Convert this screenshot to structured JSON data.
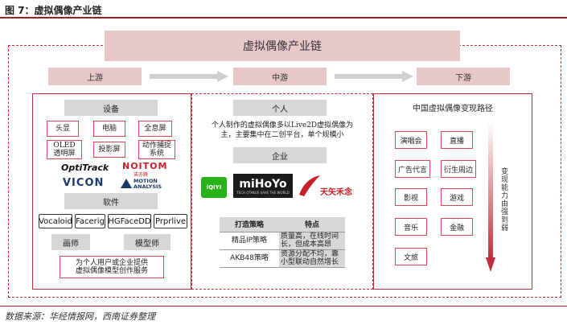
{
  "figure_title": "图 7：虚拟偶像产业链",
  "source": "数据来源：华经情报网，西南证券整理",
  "main_title": "虚拟偶像产业链",
  "stages": [
    "上游",
    "中游",
    "下游"
  ],
  "upstream": {
    "equipment_header": "设备",
    "equipment": [
      "头显",
      "电脑",
      "全息屏",
      "OLED\n透明屏",
      "投影屏",
      "动作捕捉\n系统"
    ],
    "brand_logos": [
      "OptiTrack",
      "NOITOM",
      "VICON",
      "MOTION ANALYSIS"
    ],
    "noitom_sub": "诺亦腾",
    "software_header": "软件",
    "software": [
      "Vocaloid",
      "Facerig",
      "HGFaceDD",
      "Prprlive"
    ],
    "roles": [
      "画师",
      "模型师"
    ],
    "service_note": "为个人用户或企业提供\n虚拟偶像模型创作服务"
  },
  "midstream": {
    "individual_header": "个人",
    "individual_text": "个人制作的虚拟偶像多以Live2D虚拟偶像为主，主要集中在二创平台，单个规模小",
    "enterprise_header": "企业",
    "company_logos": [
      "iQIYI",
      "miHoYo",
      "天矢禾念"
    ],
    "mihoyo_tagline": "TECH OTAKUS SAVE THE WORLD",
    "strategy_table": {
      "headers": [
        "打造策略",
        "特点"
      ],
      "rows": [
        [
          "精品IP策略",
          "质量高，在线时间长，但成本高昂"
        ],
        [
          "AKB48策略",
          "资源分配不均，靠小型联动自然增长"
        ]
      ]
    }
  },
  "downstream": {
    "header": "中国虚拟偶像变现路径",
    "paths": [
      "演唱会",
      "直播",
      "广告代言",
      "衍生周边",
      "影视",
      "游戏",
      "音乐",
      "金融",
      "文旅"
    ],
    "trend_label": "变现能力由强到弱"
  },
  "colors": {
    "accent_red": "#c0303a",
    "pink_fill": "#e8c7c9",
    "gray_fill": "#d7d7d7"
  }
}
